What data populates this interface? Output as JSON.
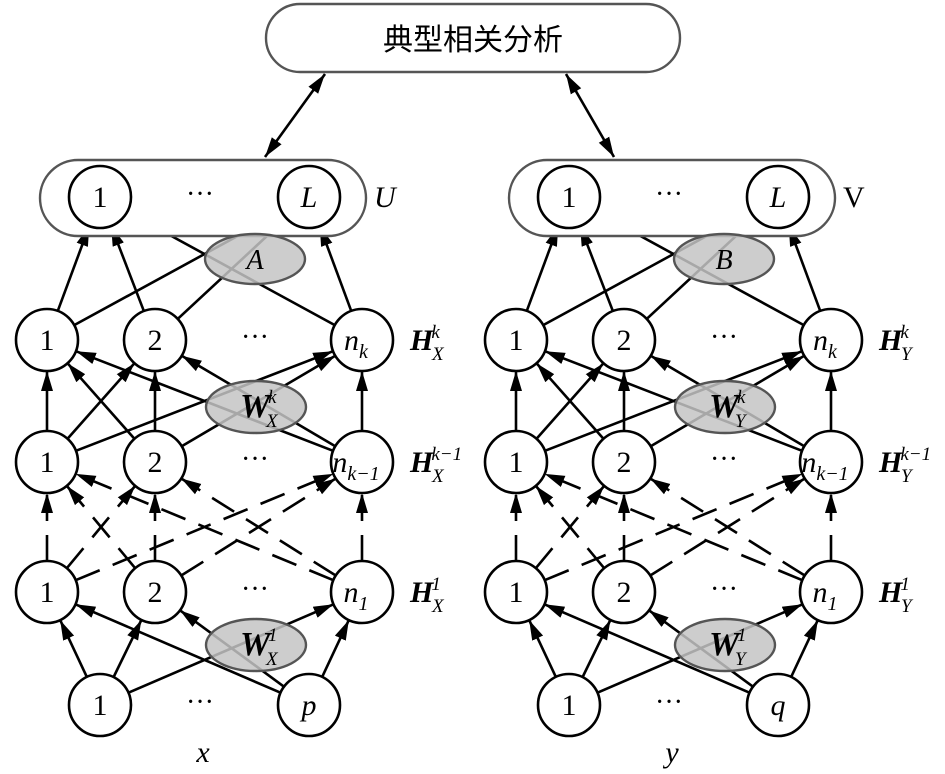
{
  "title": "典型相关分析",
  "left": {
    "output_layer": {
      "name": "U",
      "nodes": [
        "1",
        "…",
        "L"
      ]
    },
    "output_weight": "A",
    "layers": [
      {
        "id": "k",
        "label_base": "H",
        "label_sup": "k",
        "label_sub": "X",
        "nodes": [
          "1",
          "2",
          "…",
          "n"
        ],
        "last_sub": "k"
      },
      {
        "id": "k1",
        "label_base": "H",
        "label_sup": "k−1",
        "label_sub": "X",
        "nodes": [
          "1",
          "2",
          "…",
          "n"
        ],
        "last_sub": "k−1"
      },
      {
        "id": "1",
        "label_base": "H",
        "label_sup": "1",
        "label_sub": "X",
        "nodes": [
          "1",
          "2",
          "…",
          "n"
        ],
        "last_sub": "1"
      }
    ],
    "weight_k": {
      "base": "W",
      "sup": "k",
      "sub": "X"
    },
    "weight_1": {
      "base": "W",
      "sup": "1",
      "sub": "X"
    },
    "input_layer": {
      "nodes": [
        "1",
        "…",
        "p"
      ]
    },
    "input_label": "x"
  },
  "right": {
    "output_layer": {
      "name": "V",
      "nodes": [
        "1",
        "…",
        "L"
      ]
    },
    "output_weight": "B",
    "layers": [
      {
        "id": "k",
        "label_base": "H",
        "label_sup": "k",
        "label_sub": "Y",
        "nodes": [
          "1",
          "2",
          "…",
          "n"
        ],
        "last_sub": "k"
      },
      {
        "id": "k1",
        "label_base": "H",
        "label_sup": "k−1",
        "label_sub": "Y",
        "nodes": [
          "1",
          "2",
          "…",
          "n"
        ],
        "last_sub": "k−1"
      },
      {
        "id": "1",
        "label_base": "H",
        "label_sup": "1",
        "label_sub": "Y",
        "nodes": [
          "1",
          "2",
          "…",
          "n"
        ],
        "last_sub": "1"
      }
    ],
    "weight_k": {
      "base": "W",
      "sup": "k",
      "sub": "Y"
    },
    "weight_1": {
      "base": "W",
      "sup": "1",
      "sub": "Y"
    },
    "input_layer": {
      "nodes": [
        "1",
        "…",
        "q"
      ]
    },
    "input_label": "y"
  },
  "colors": {
    "stroke": "#000000",
    "box_stroke": "#555555",
    "ellipse_fill": "#c4c4c4"
  }
}
